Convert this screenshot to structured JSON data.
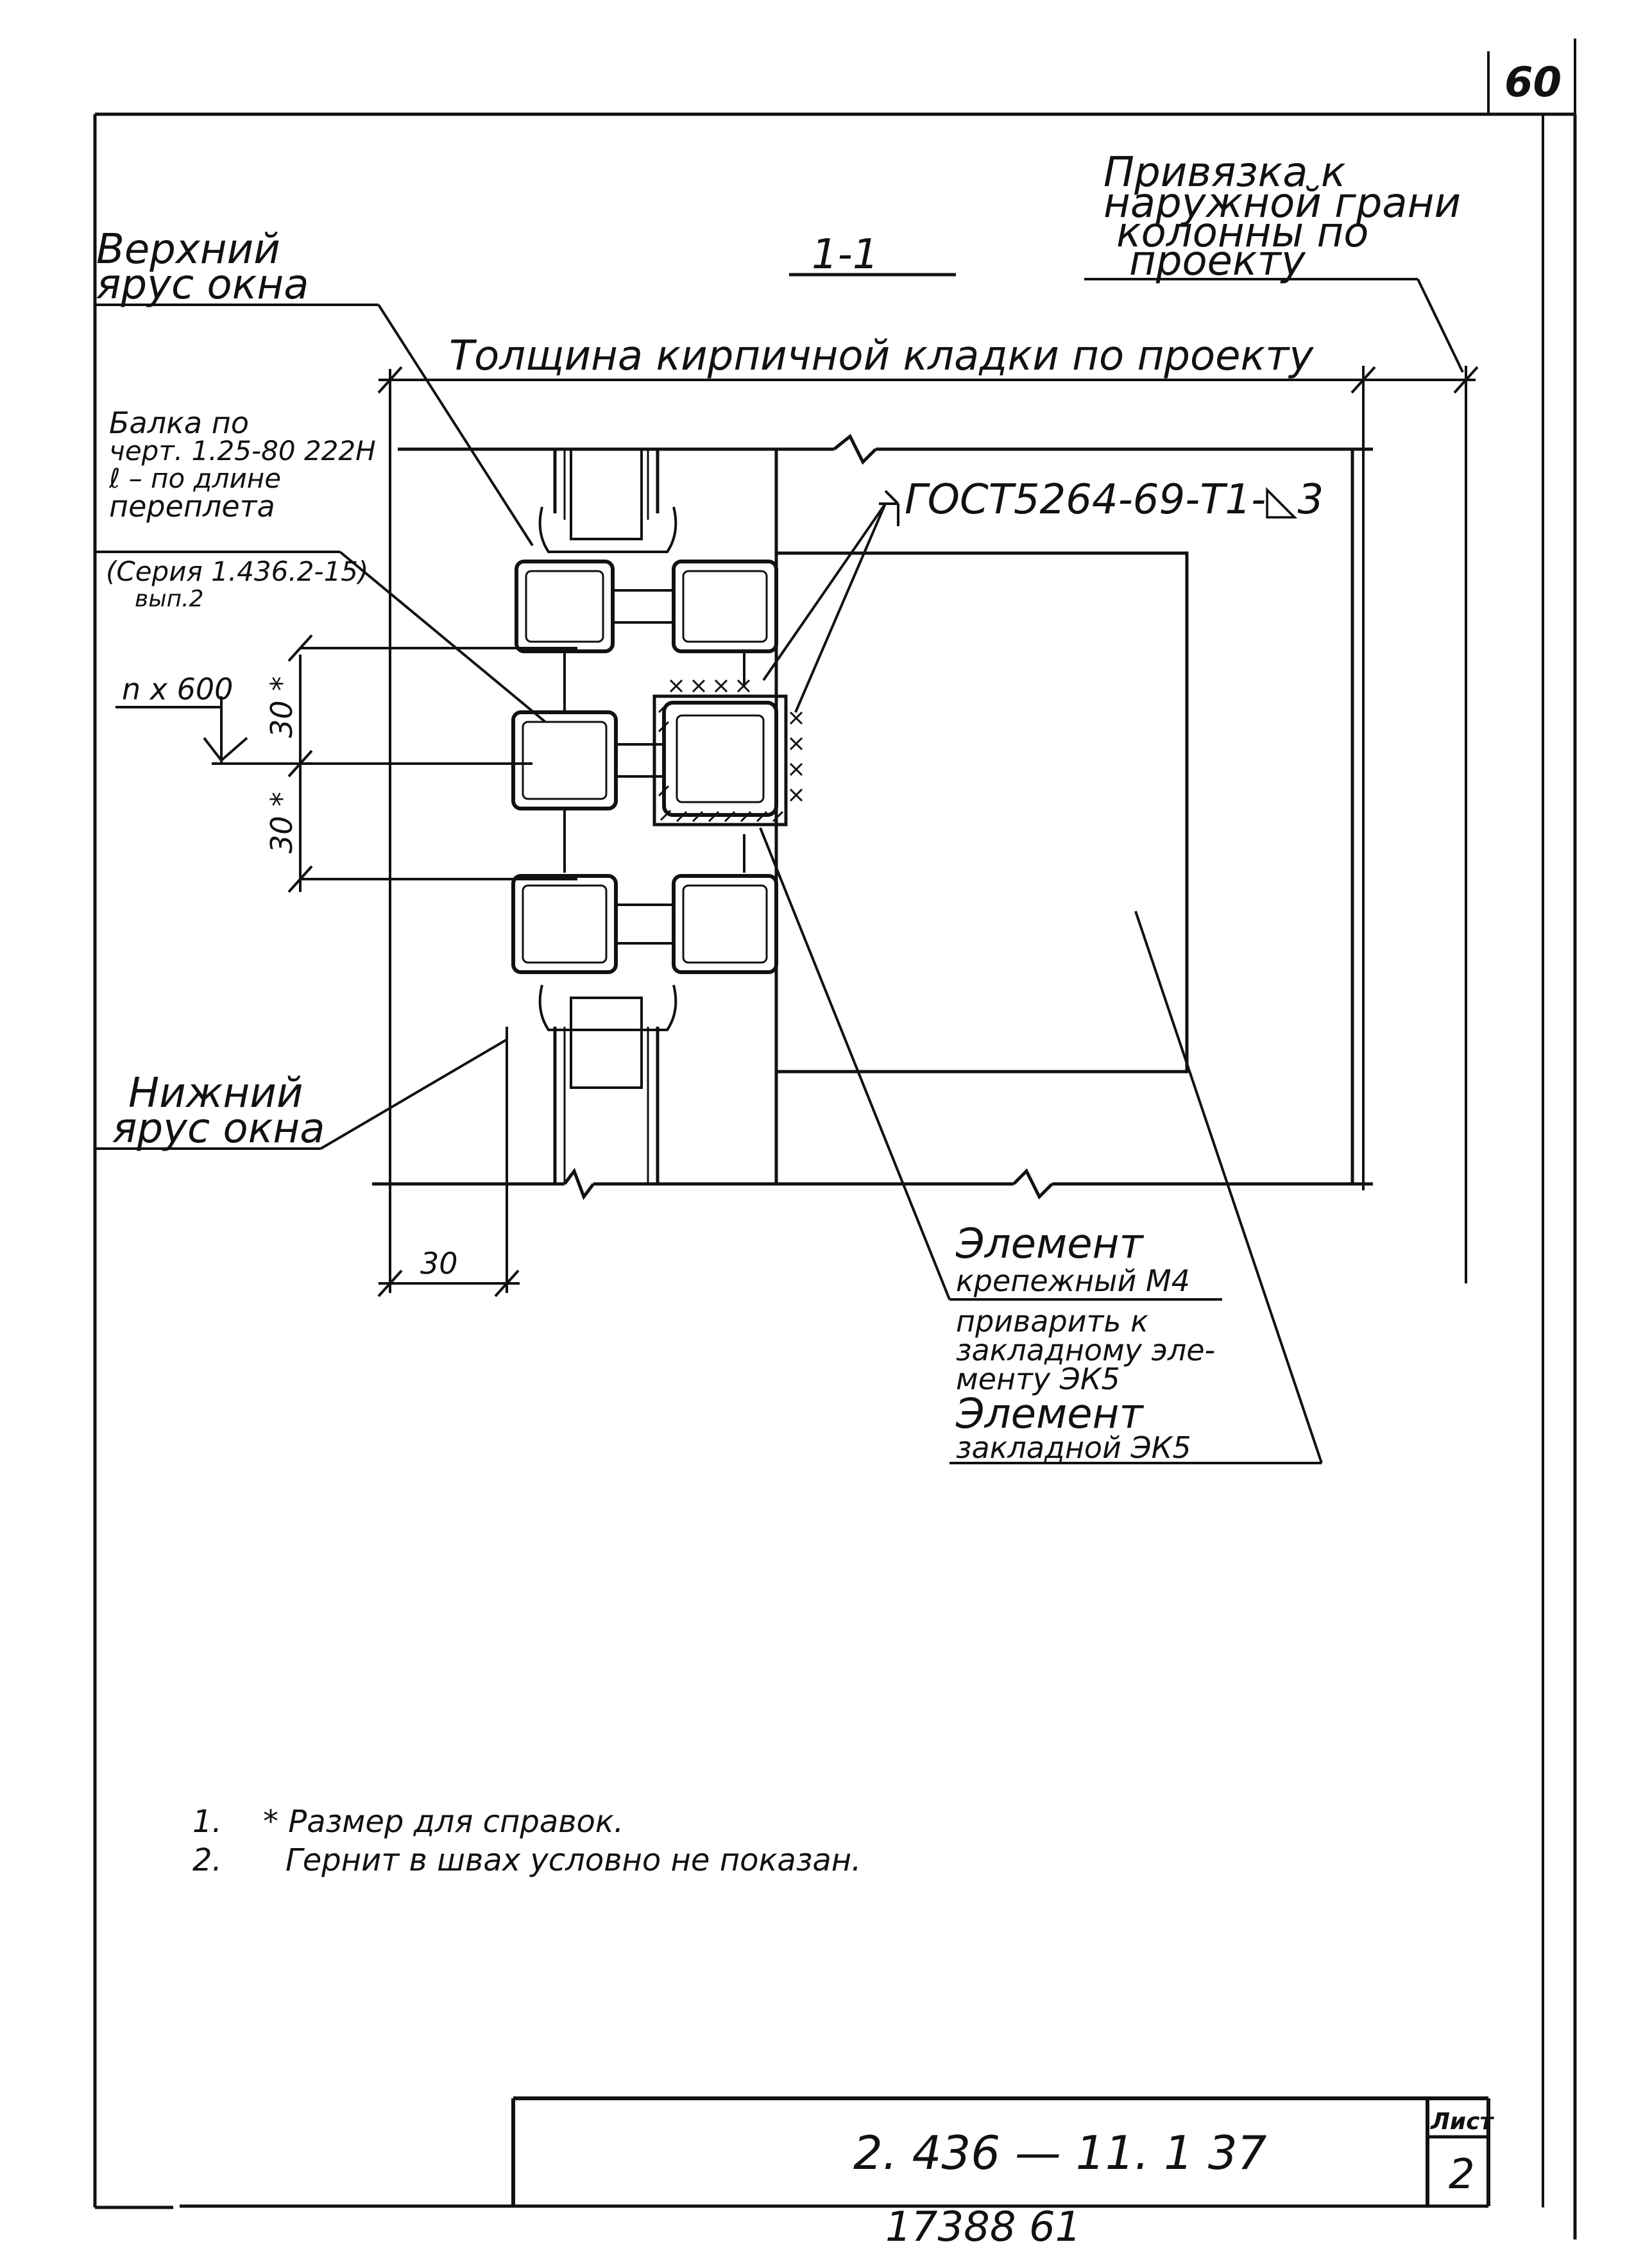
{
  "page_number": "60",
  "section_title": "1-1",
  "labels": {
    "upper_tier": [
      "Верхний",
      "ярус окна"
    ],
    "lower_tier": [
      "Нижний",
      "ярус окна"
    ],
    "binding": [
      "Привязка к",
      "наружной грани",
      "колонны по",
      "проекту"
    ],
    "masonry_thickness": "Толщина кирпичной кладки по проекту",
    "beam": [
      "Балка по",
      "черт. 1.25-80 222Н",
      "ℓ – по длине",
      "переплета"
    ],
    "series": [
      "(Серия 1.436.2-15)",
      "вып.2"
    ],
    "gost": "ГОСТ5264-69-Т1-◺3",
    "spacing": "n x 600",
    "dim_30_left": "30",
    "dim_upper": "30 *",
    "dim_lower": "30 *",
    "element_m4": [
      "Элемент",
      "крепежный М4",
      "приварить к",
      "закладному эле-",
      "менту ЭК5"
    ],
    "element_ek5": [
      "Элемент",
      "закладной ЭК5"
    ]
  },
  "notes": [
    {
      "num": "1.",
      "text": "* Размер для справок."
    },
    {
      "num": "2.",
      "text": "Гернит в швах условно не показан."
    }
  ],
  "title_block": {
    "code": "2. 436 — 11. 1 37",
    "sheet_label": "Лист",
    "sheet_number": "2"
  },
  "bottom_number": "17388 61"
}
